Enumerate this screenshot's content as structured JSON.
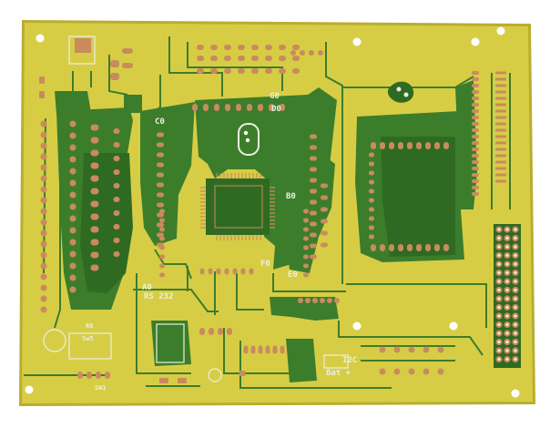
{
  "board": {
    "colors": {
      "substrate": "#d7cd45",
      "board_edge": "#b9ad2f",
      "copper": "#3c7d2c",
      "copper_dark": "#2f6a22",
      "pad": "#c98b5e",
      "hole": "#ffffff",
      "silk": "#e9f0e0"
    },
    "labels": {
      "g0": "G0",
      "d0": "D0",
      "c0": "C0",
      "b0": "B0",
      "f0": "F0",
      "e0": "E0",
      "a0": "A0",
      "rs232": "RS 232",
      "r6": "R6",
      "sw5": "Sw5",
      "sw1": "SW1",
      "i2c": "I2C",
      "bat": "Bat +"
    }
  }
}
